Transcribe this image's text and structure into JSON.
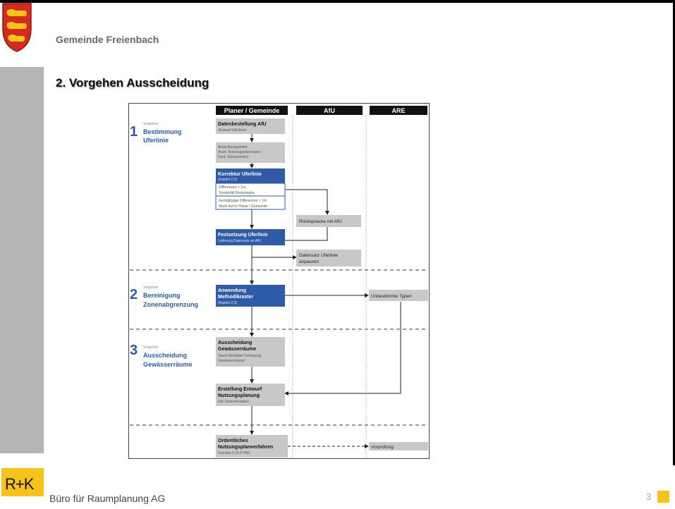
{
  "header": {
    "municipality": "Gemeinde Freienbach",
    "slide_title": "2. Vorgehen Ausscheidung"
  },
  "footer": {
    "logo_text": "R+K",
    "company": "Büro für Raumplanung AG",
    "page_number": "3"
  },
  "colors": {
    "accent_yellow": "#f7c21a",
    "blue_box": "#2e5aa8",
    "grey_box": "#c8c8c8",
    "sidebar_grey": "#b5b5b5"
  },
  "diagram": {
    "columns": [
      "Planer / Gemeinde",
      "AfU",
      "ARE"
    ],
    "phases": [
      {
        "number": "1",
        "small": "Vorgehen",
        "line1": "Bestimmung",
        "line2": "Uferlinie"
      },
      {
        "number": "2",
        "small": "Vorgehen",
        "line1": "Bereinigung",
        "line2": "Zonenabgrenzung"
      },
      {
        "number": "3",
        "small": "Vorgehen",
        "line1": "Ausscheidung",
        "line2": "Gewässerräume"
      }
    ],
    "boxes": {
      "datenbestellung": {
        "title": "Datenbestellung AfU",
        "sub": "(Entwurf Uferlinie)"
      },
      "ausschlussgebiete": {
        "l1": "Ausschlussgebiete",
        "l2": "(Kant. Nutzungsplanungen /",
        "l3": "Kant. Schutzzonen)"
      },
      "korrektur": {
        "title": "Korrektur Uferlinie",
        "sub": "(Kapitel 2.2)"
      },
      "korrektur_items": [
        "Differenzen > 1m",
        "Sonderfall Bootshaabe",
        "Geringfügige Differenzen < 1m",
        "direkt durch Planer / Gemeinde"
      ],
      "ruecksprache": "Rücksprache mit AfU",
      "festsetzung": {
        "title": "Festsetzung Uferlinie",
        "sub": "Lieferung Datensatz an AfU"
      },
      "datensatz": {
        "l1": "Datensatz Uferlinie",
        "l2": "anpassen"
      },
      "anwendung": {
        "l1": "Anwendung",
        "l2": "Methodikraster",
        "sub": "(Kapitel 2.3)"
      },
      "unbestimmte": "Unbestimmte Typen",
      "ausscheidung": {
        "l1": "Ausscheidung",
        "l2": "Gewässerräume",
        "s1": "(Nach Merkblatt Festlegung",
        "s2": "Gewässerräume)"
      },
      "erstellung": {
        "l1": "Erstellung Entwurf",
        "l2": "Nutzungsplanung",
        "sub": "inkl. Dokumentation"
      },
      "ordentliches": {
        "l1": "Ordentliches",
        "l2": "Nutzungsplanverfahren",
        "sub": "Gemäss § 25 ff PBG"
      },
      "vorpruefung": "Vorprüfung"
    }
  }
}
